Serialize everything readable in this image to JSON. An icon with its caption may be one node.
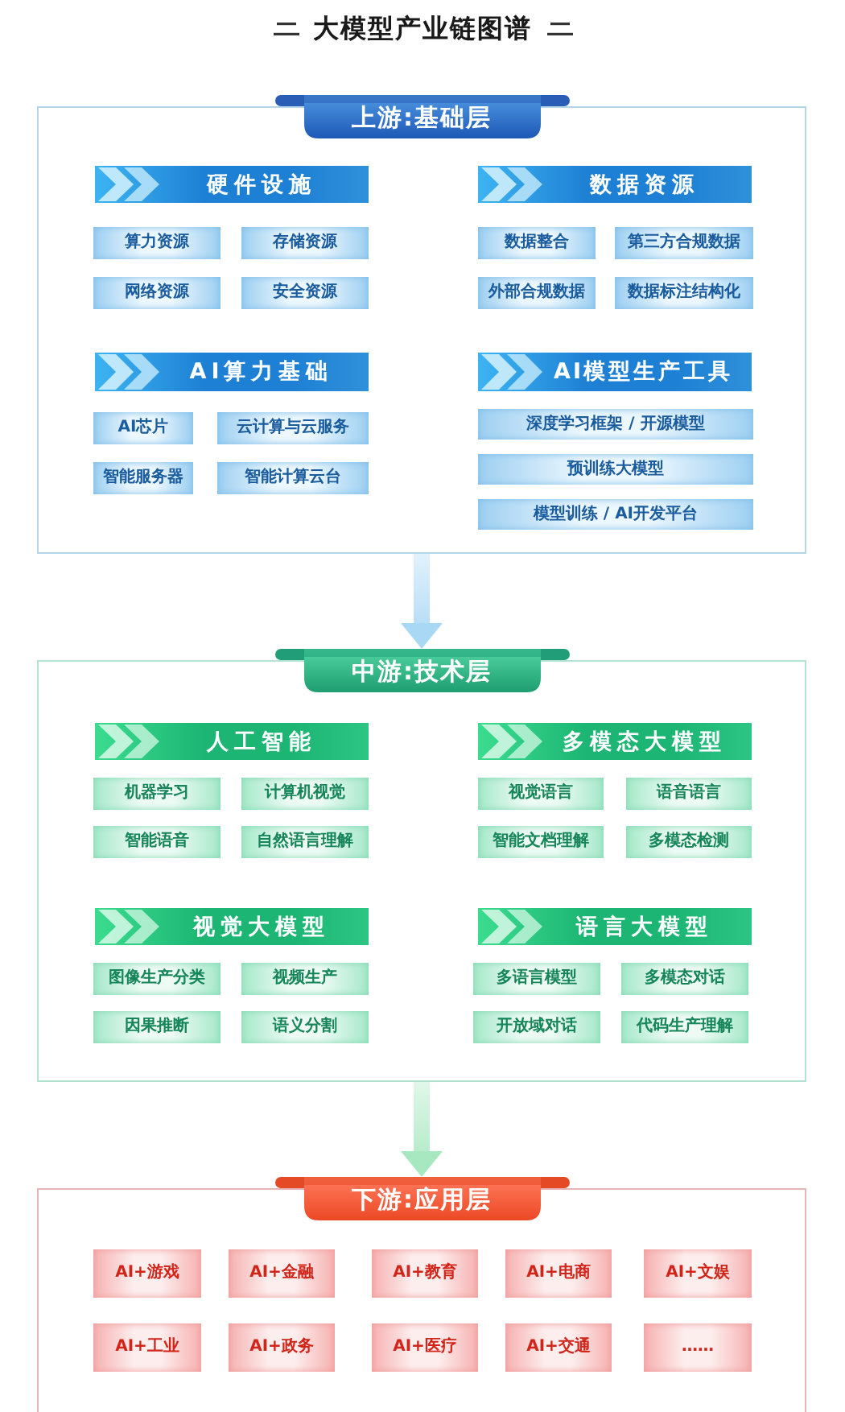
{
  "diagram": {
    "title": "大模型产业链图谱",
    "nodes": [
      {
        "text": [
          "上游:基础层"
        ]
      },
      {
        "text": [
          "硬件设施"
        ],
        "in": 0
      },
      {
        "text": [
          "算力资源"
        ],
        "in": 0
      },
      {
        "text": [
          "存储资源"
        ],
        "in": 0
      },
      {
        "text": [
          "网络资源"
        ],
        "in": 0
      },
      {
        "text": [
          "安全资源"
        ],
        "in": 0
      },
      {
        "text": [
          "数据资源"
        ],
        "in": 0
      },
      {
        "text": [
          "数据整合"
        ],
        "in": 0
      },
      {
        "text": [
          "第三方合规数据"
        ],
        "in": 0
      },
      {
        "text": [
          "外部合规数据"
        ],
        "in": 0
      },
      {
        "text": [
          "数据标注结构化"
        ],
        "in": 0
      },
      {
        "text": [
          "AI算力基础"
        ],
        "in": 0
      },
      {
        "text": [
          "AI芯片"
        ],
        "in": 0
      },
      {
        "text": [
          "云计算与云服务"
        ],
        "in": 0
      },
      {
        "text": [
          "智能服务器"
        ],
        "in": 0
      },
      {
        "text": [
          "智能计算云台"
        ],
        "in": 0
      },
      {
        "text": [
          "AI模型生产工具"
        ],
        "in": 0
      },
      {
        "text": [
          "深度学习框架 / 开源模型"
        ],
        "in": 0
      },
      {
        "text": [
          "预训练大模型"
        ],
        "in": 0
      },
      {
        "text": [
          "模型训练 / AI开发平台"
        ],
        "in": 0
      },
      {
        "text": [
          "中游:技术层"
        ]
      },
      {
        "text": [
          "人工智能"
        ],
        "in": 20
      },
      {
        "text": [
          "机器学习"
        ],
        "in": 20
      },
      {
        "text": [
          "计算机视觉"
        ],
        "in": 20
      },
      {
        "text": [
          "智能语音"
        ],
        "in": 20
      },
      {
        "text": [
          "自然语言理解"
        ],
        "in": 20
      },
      {
        "text": [
          "多模态大模型"
        ],
        "in": 20
      },
      {
        "text": [
          "视觉语言"
        ],
        "in": 20
      },
      {
        "text": [
          "语音语言"
        ],
        "in": 20
      },
      {
        "text": [
          "智能文档理解"
        ],
        "in": 20
      },
      {
        "text": [
          "多模态检测"
        ],
        "in": 20
      },
      {
        "text": [
          "视觉大模型"
        ],
        "in": 20
      },
      {
        "text": [
          "图像生产分类"
        ],
        "in": 20
      },
      {
        "text": [
          "视频生产"
        ],
        "in": 20
      },
      {
        "text": [
          "因果推断"
        ],
        "in": 20
      },
      {
        "text": [
          "语义分割"
        ],
        "in": 20
      },
      {
        "text": [
          "语言大模型"
        ],
        "in": 20
      },
      {
        "text": [
          "多语言模型"
        ],
        "in": 20
      },
      {
        "text": [
          "多模态对话"
        ],
        "in": 20
      },
      {
        "text": [
          "开放域对话"
        ],
        "in": 20
      },
      {
        "text": [
          "代码生产理解"
        ],
        "in": 20
      },
      {
        "text": [
          "下游:应用层"
        ]
      },
      {
        "text": [
          "AI+游戏"
        ],
        "in": 41
      },
      {
        "text": [
          "AI+金融"
        ],
        "in": 41
      },
      {
        "text": [
          "AI+教育"
        ],
        "in": 41
      },
      {
        "text": [
          "AI+电商"
        ],
        "in": 41
      },
      {
        "text": [
          "AI+文娱"
        ],
        "in": 41
      },
      {
        "text": [
          "AI+工业"
        ],
        "in": 41
      },
      {
        "text": [
          "AI+政务"
        ],
        "in": 41
      },
      {
        "text": [
          "AI+医疗"
        ],
        "in": 41
      },
      {
        "text": [
          "AI+交通"
        ],
        "in": 41
      },
      {
        "text": [
          "……"
        ],
        "in": 41
      }
    ],
    "edges": [
      {
        "from": 0,
        "to": 20,
        "arrow": "to",
        "color": "#a9d8f5"
      },
      {
        "from": 20,
        "to": 41,
        "arrow": "to",
        "color": "#a8e8c0"
      }
    ]
  }
}
